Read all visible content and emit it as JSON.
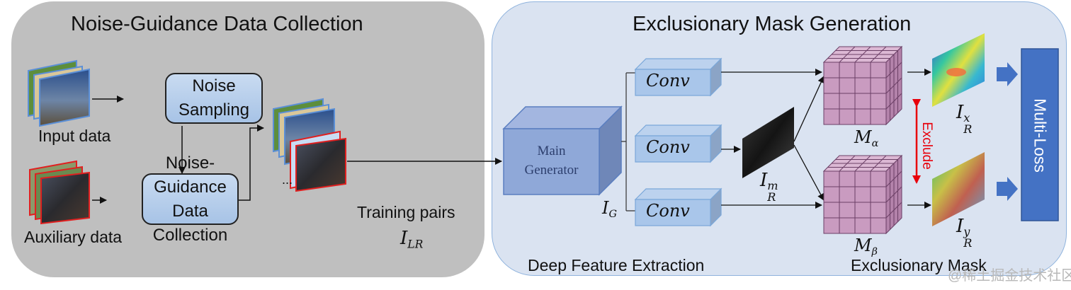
{
  "left_panel": {
    "title": "Noise-Guidance Data Collection",
    "input_label": "Input data",
    "auxiliary_label": "Auxiliary data",
    "noise_sampling_box": [
      "Noise",
      "Sampling"
    ],
    "collection_box": [
      "Noise-Guidance",
      "Data Collection"
    ],
    "training_label": "Training pairs",
    "training_symbol": {
      "base": "I",
      "sub": "LR"
    },
    "ellipsis": "..."
  },
  "right_panel": {
    "title": "Exclusionary Mask Generation",
    "main_generator": [
      "Main",
      "Generator"
    ],
    "ig_symbol": {
      "base": "I",
      "sub": "G"
    },
    "conv_labels": [
      "Conv",
      "Conv",
      "Conv"
    ],
    "irm_symbol": {
      "base": "I",
      "sup": "m",
      "sub": "R"
    },
    "m_alpha": {
      "base": "M",
      "sub": "α"
    },
    "m_beta": {
      "base": "M",
      "sub": "β"
    },
    "irx_symbol": {
      "base": "I",
      "sup": "x",
      "sub": "R"
    },
    "iry_symbol": {
      "base": "I",
      "sup": "y",
      "sub": "R"
    },
    "exclude_label": "Exclude",
    "multi_loss_label": "Multi-Loss",
    "deep_feature_label": "Deep Feature Extraction",
    "exclusionary_mask_label": "Exclusionary Mask"
  },
  "watermark": "@稀土掘金技术社区",
  "colors": {
    "left_bg": "#bfbfbf",
    "right_bg": "#dae3f1",
    "box_blue": "#a7c3e6",
    "generator_blue": "#8fa8d8",
    "mask_pink": "#c99bc0",
    "multi_loss_blue": "#4472c4",
    "exclude_red": "#e8000b"
  }
}
